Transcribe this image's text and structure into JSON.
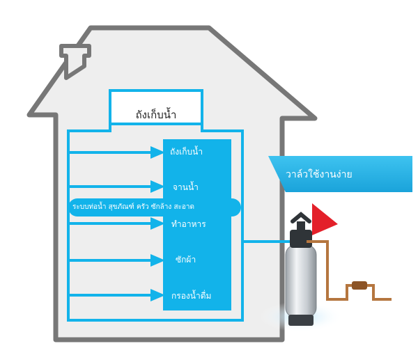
{
  "house": {
    "tank_title": "ถังเก็บน้ำ"
  },
  "outlets": [
    {
      "label": "ถังเก็บน้ำ"
    },
    {
      "label": "จานน้ำ"
    },
    {
      "label": "ทำอาหาร"
    },
    {
      "label": "ซักผ้า"
    },
    {
      "label": "กรองน้ำดื่ม"
    }
  ],
  "strip": {
    "label": "ระบบท่อน้ำ สุขภัณฑ์ ครัว ซักล้าง สะอาด"
  },
  "valve": {
    "banner": "วาล์วใช้งานง่าย"
  },
  "colors": {
    "house_fill": "#eeeeee",
    "house_stroke": "#777777",
    "pipe_blue": "#12b3ea",
    "banner_blue": "#27b3e8",
    "arrow_red": "#e3202a",
    "inlet_copper": "#b5763f"
  }
}
